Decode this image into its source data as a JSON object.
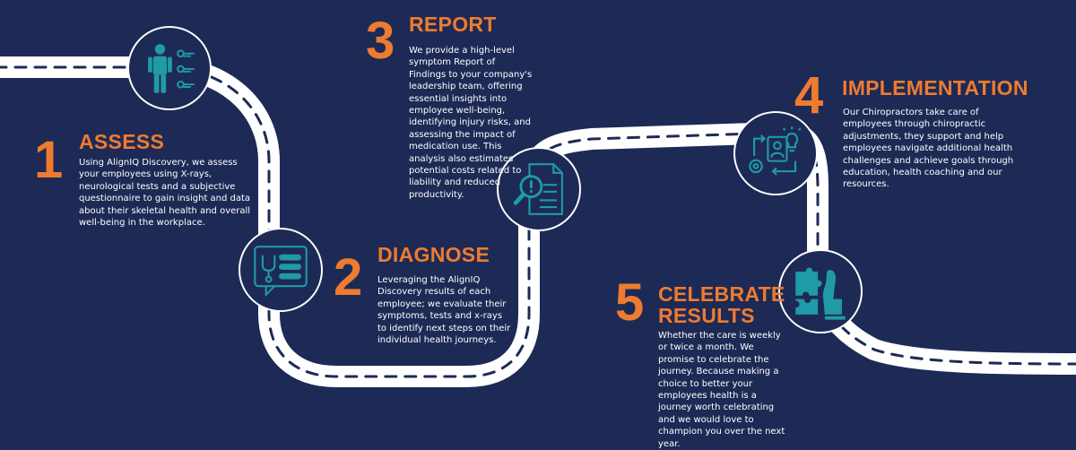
{
  "colors": {
    "background": "#1d2a55",
    "accent": "#ee7b30",
    "road": "#ffffff",
    "road_dash": "#1d2a55",
    "icon": "#1f9aa6"
  },
  "steps": [
    {
      "number": "1",
      "title": "ASSESS",
      "icon": "person-search-icon",
      "description": "Using AlignIQ Discovery, we assess your employees using X-rays, neurological tests and a subjective questionnaire to gain insight and data about their skeletal health and overall well-being in the workplace."
    },
    {
      "number": "2",
      "title": "DIAGNOSE",
      "icon": "stethoscope-chat-icon",
      "description": "Leveraging the AlignIQ Discovery results of each employee; we evaluate their symptoms, tests and x-rays to identify next steps on their individual health journeys."
    },
    {
      "number": "3",
      "title": "REPORT",
      "icon": "report-magnifier-icon",
      "description": "We provide a high-level symptom Report of Findings to your company's leadership team, offering essential insights into employee well-being, identifying injury risks, and assessing the impact of medication use. This analysis also estimates potential costs related to liability and reduced productivity."
    },
    {
      "number": "4",
      "title": "IMPLEMENTATION",
      "icon": "implementation-cycle-icon",
      "description": "Our Chiropractors take care of employees through chiropractic adjustments, they support and help employees navigate additional health challenges and achieve goals through education, health coaching and our resources."
    },
    {
      "number": "5",
      "title": "CELEBRATE\nRESULTS",
      "icon": "puzzle-hand-icon",
      "description": "Whether the care is weekly or twice a month. We promise to celebrate the journey. Because making a choice to better your employees health is a journey worth celebrating and we would love to champion you over the next year."
    }
  ]
}
